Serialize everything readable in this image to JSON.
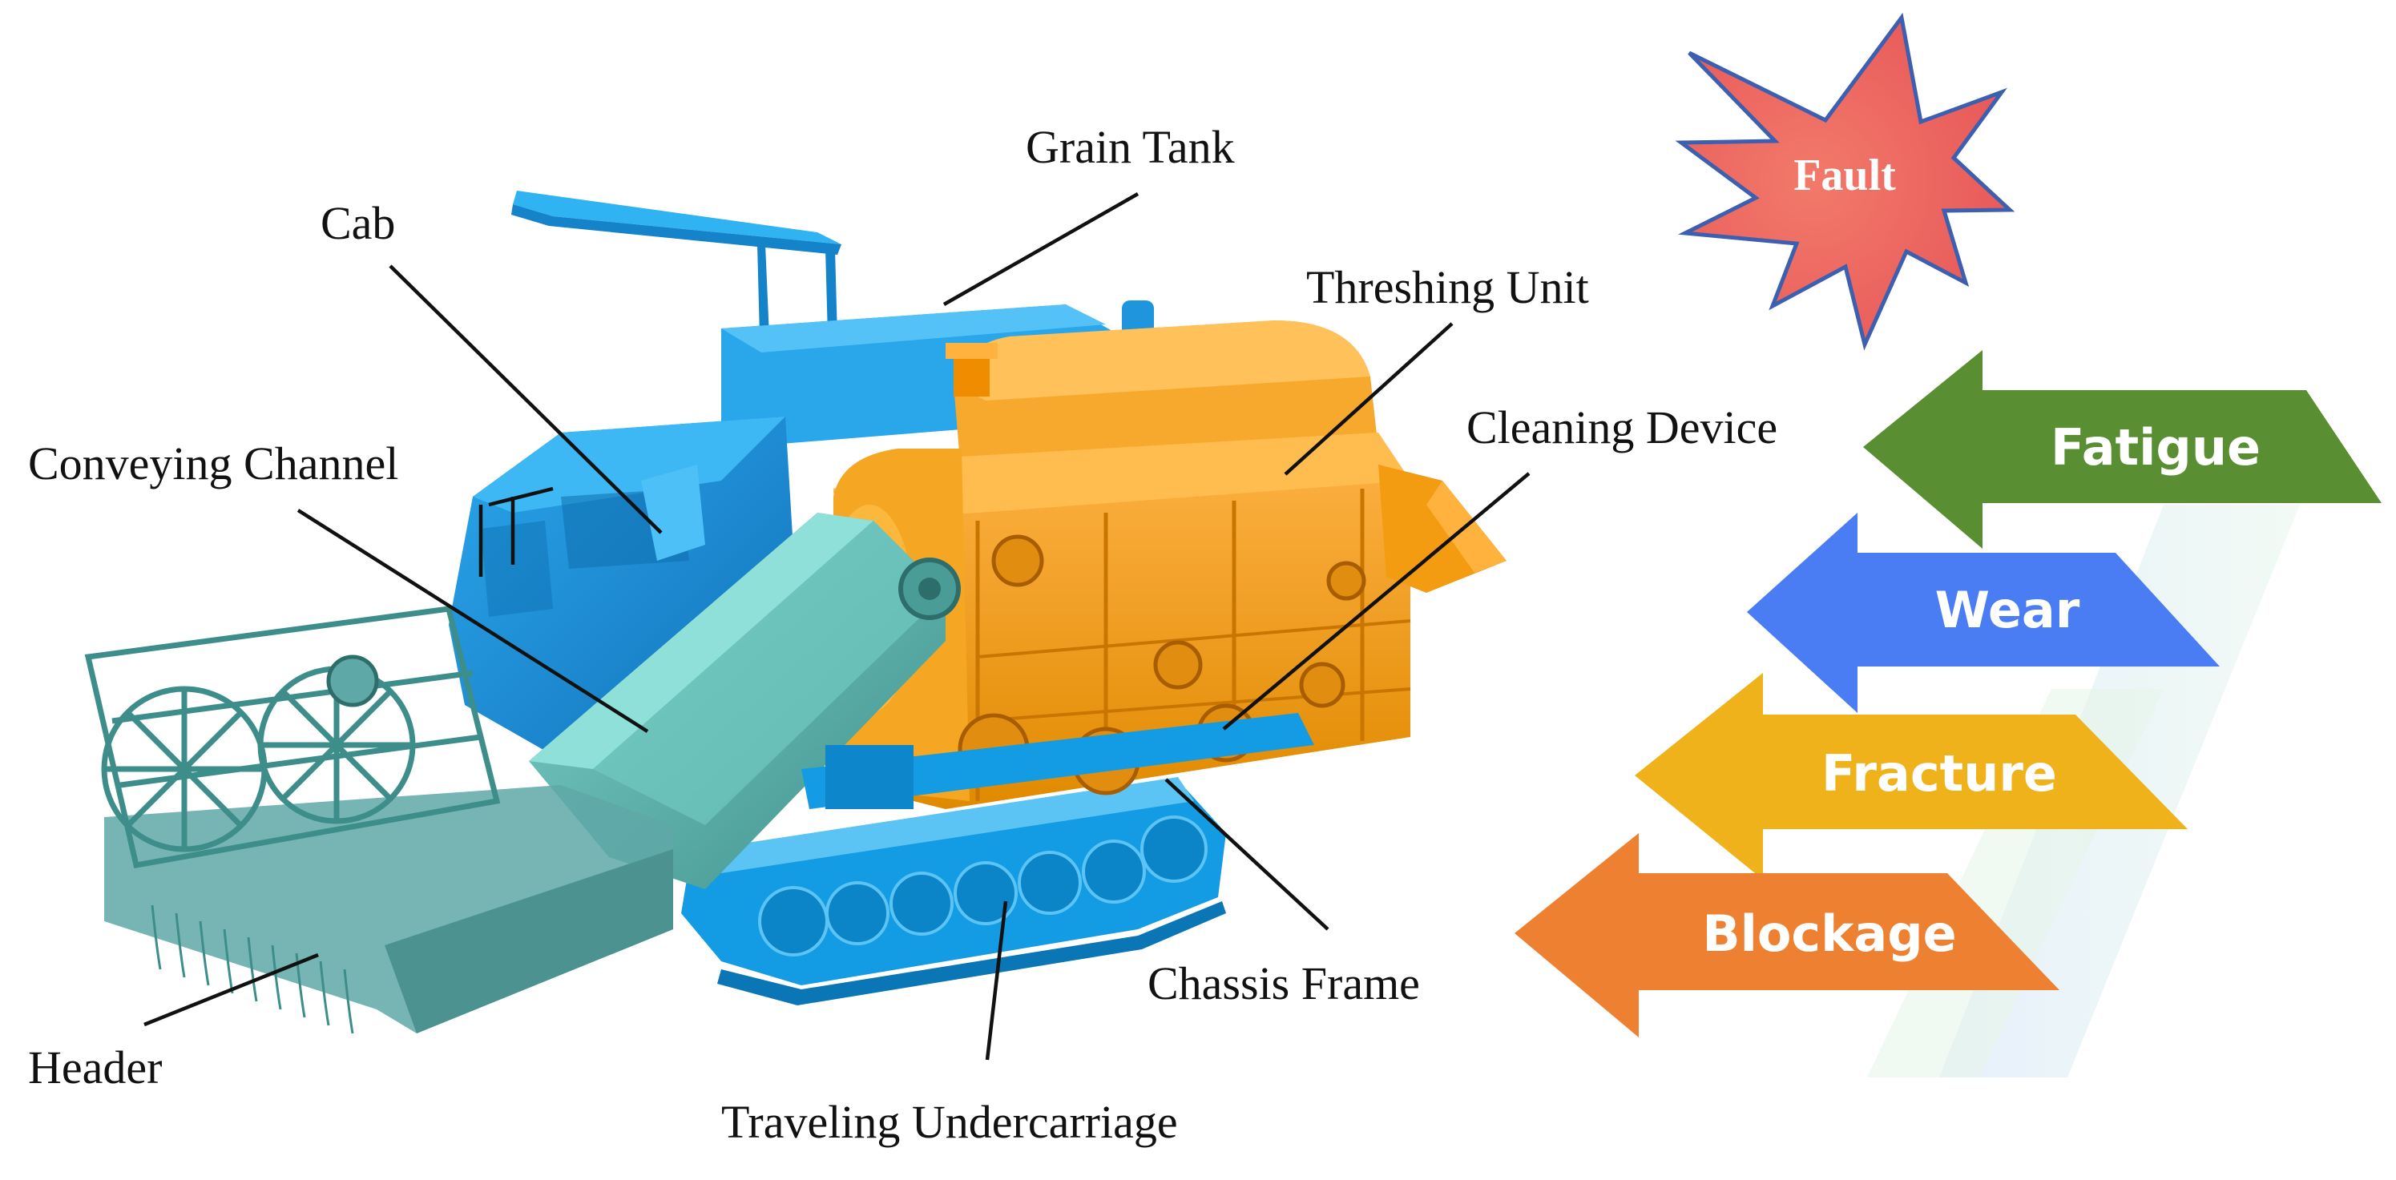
{
  "labels": {
    "grain_tank": "Grain Tank",
    "cab": "Cab",
    "threshing_unit": "Threshing Unit",
    "cleaning_device": "Cleaning Device",
    "conveying_channel": "Conveying Channel",
    "header": "Header",
    "traveling_undercarriage": "Traveling Undercarriage",
    "chassis_frame": "Chassis Frame"
  },
  "fault": {
    "label": "Fault",
    "color": "#ee4b4b"
  },
  "fault_types": [
    {
      "label": "Fatigue",
      "color": "#5a8e32"
    },
    {
      "label": "Wear",
      "color": "#4a7cf4"
    },
    {
      "label": "Fracture",
      "color": "#efb21a"
    },
    {
      "label": "Blockage",
      "color": "#ee8131"
    }
  ],
  "colors": {
    "cab_blue": "#1a8fd6",
    "track_blue": "#19a3e8",
    "threshing_orange": "#f39c12",
    "conveyor_teal": "#5bb8b0",
    "header_teal": "#5fa8a8"
  }
}
